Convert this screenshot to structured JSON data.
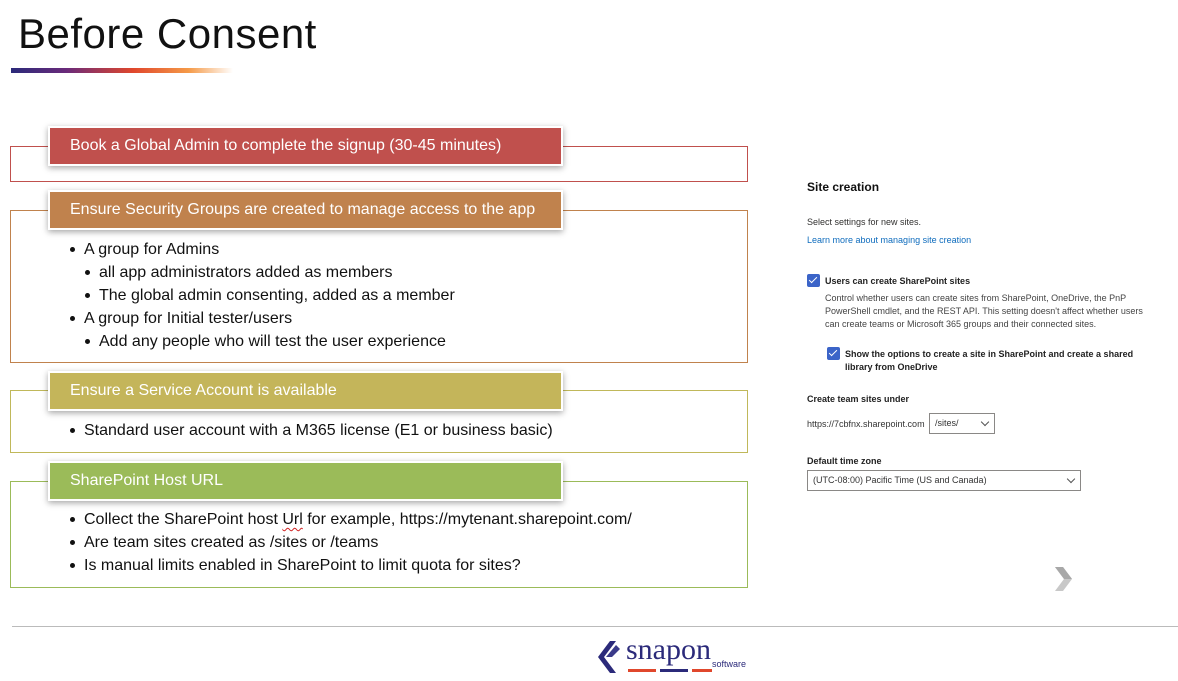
{
  "slide": {
    "title": "Before Consent"
  },
  "sections": [
    {
      "heading": "Book a Global Admin to complete the signup (30-45 minutes)",
      "color": "#c0504d",
      "bullets": []
    },
    {
      "heading": "Ensure Security Groups are created to manage access to the app",
      "color": "#c0824d",
      "bullets": [
        "A group for Admins",
        "all app administrators added as members",
        "The global admin consenting, added as a member",
        "A group for Initial tester/users",
        "Add any people who will test the user experience"
      ]
    },
    {
      "heading": "Ensure a Service Account is available",
      "color": "#c4b55a",
      "bullets": [
        "Standard user account with a M365 license (E1 or business basic)"
      ]
    },
    {
      "heading": "SharePoint Host URL",
      "color": "#9bbb59",
      "bullets": [
        "Collect the SharePoint host ",
        "Url",
        " for example, https://mytenant.sharepoint.com/",
        "Are team sites created as /sites or /teams",
        "Is manual limits enabled in SharePoint to limit quota for sites?"
      ]
    }
  ],
  "site_creation": {
    "title": "Site creation",
    "description": "Select settings for new sites.",
    "learn_more_link": "Learn more about managing site creation",
    "users_can_create_label": "Users can create SharePoint sites",
    "users_can_create_help": "Control whether users can create sites from SharePoint, OneDrive, the PnP PowerShell cmdlet, and the REST API. This setting doesn't affect whether users can create teams or Microsoft 365 groups and their connected sites.",
    "show_options_label": "Show the options to create a site in SharePoint and create a shared library from OneDrive",
    "team_sites_label": "Create team sites under",
    "host_url": "https://7cbfnx.sharepoint.com",
    "sites_path": "/sites/",
    "time_zone_label": "Default time zone",
    "time_zone_value": "(UTC-08:00) Pacific Time (US and Canada)"
  },
  "logo": {
    "name": "snapon",
    "tagline": "software"
  },
  "colors": {
    "accent_blue": "#2b2a7a",
    "accent_orange": "#e0472c",
    "checkbox": "#3b64c8",
    "link": "#0f6cbd"
  }
}
